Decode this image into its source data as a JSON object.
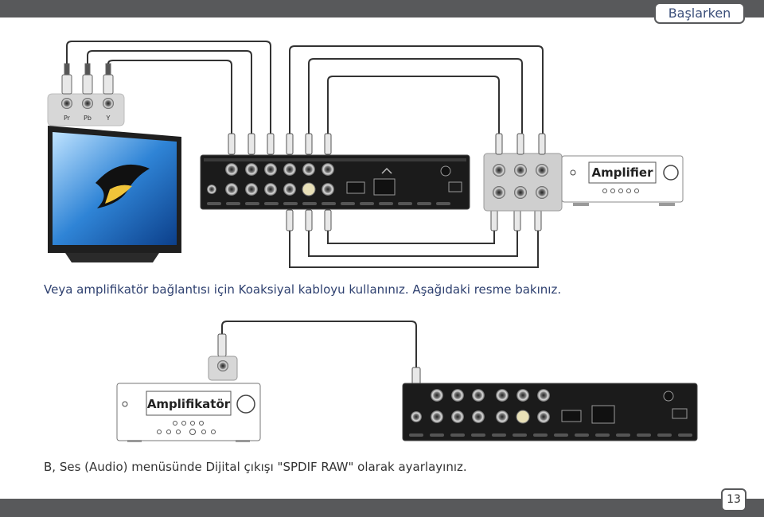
{
  "header": {
    "section_title": "Başlarken"
  },
  "diagram1": {
    "tv_ports": [
      "Pr",
      "Pb",
      "Y"
    ],
    "amplifier_label": "Amplifier"
  },
  "caption1": "Veya amplifikatör bağlantısı için Koaksiyal kabloyu kullanınız. Aşağıdaki resme bakınız.",
  "diagram2": {
    "amplifier_label": "Amplifikatör"
  },
  "caption2": "B, Ses (Audio) menüsünde Dijital çıkışı \"SPDIF RAW\" olarak ayarlayınız.",
  "footer": {
    "page_number": "13"
  }
}
